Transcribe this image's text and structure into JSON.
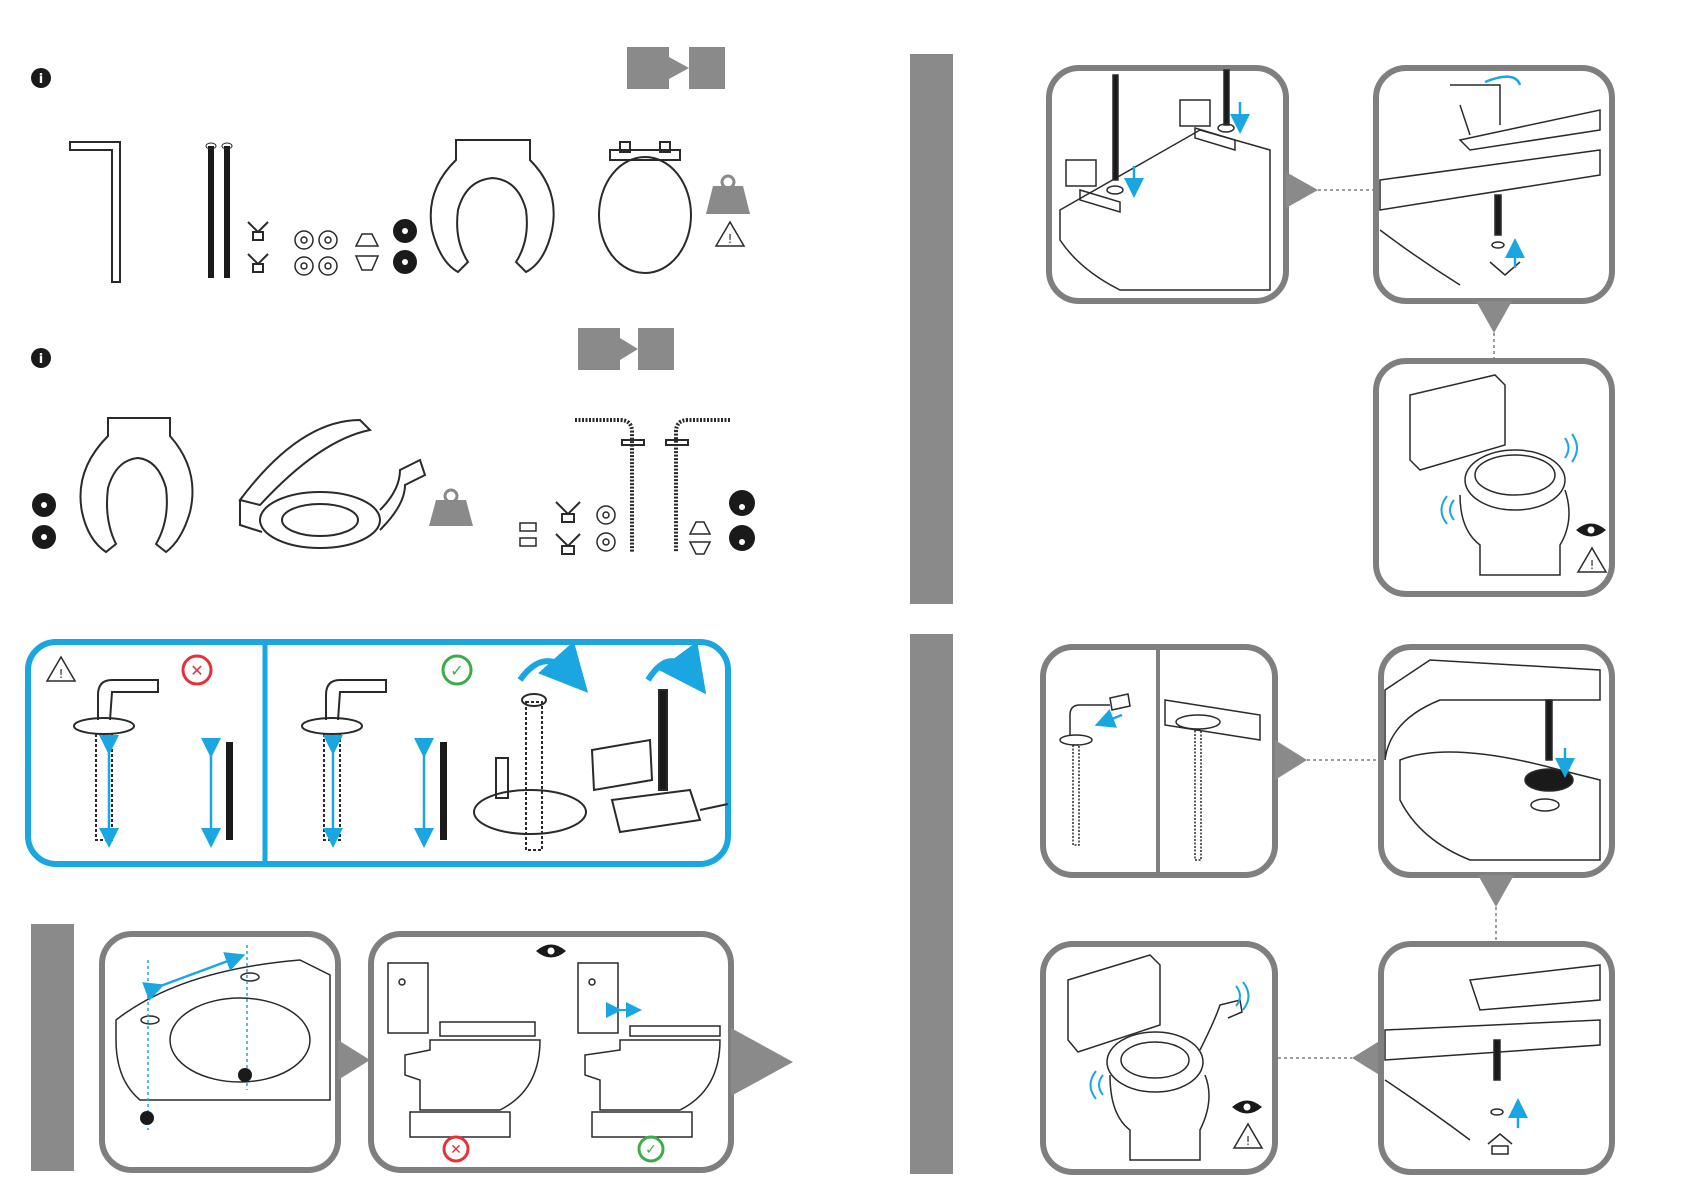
{
  "page": {
    "title": "",
    "colors": {
      "accent_blue": "#1aa6e0",
      "panel_gray": "#8a8a8a",
      "frame_gray": "#7f7f7f",
      "line_dark": "#2a2a2a",
      "error_red": "#e53238",
      "ok_green": "#3cab4a",
      "badge_black": "#1a1a1a"
    }
  },
  "icons": {
    "info": "info-icon",
    "warning": "warning-triangle-icon",
    "weight": "weight-icon",
    "eye": "eye-icon",
    "wrong": "cross-circle-icon",
    "right": "check-circle-icon",
    "rotate": "rotate-arrow-icon",
    "next_arrow": "play-arrow-icon"
  },
  "symbols": {
    "info_glyph": "i",
    "warning_glyph": "!"
  },
  "sections": {
    "kit_a": {
      "info_mark": "i",
      "parts": [
        "allen-key",
        "long-bolts",
        "wing-nuts",
        "washers",
        "cone-washers",
        "rubber-washers",
        "open-front-seat",
        "closed-seat-with-lid"
      ]
    },
    "kit_b": {
      "info_mark": "i",
      "parts": [
        "open-front-seat",
        "raised-seat-with-arms",
        "hinge-bolts",
        "wing-nuts",
        "washers",
        "cone-washers",
        "rubber-washers"
      ]
    },
    "bolt_check": {
      "wrong_mark": "✕",
      "right_mark": "✓",
      "warning_mark": "!"
    },
    "step_measure": {
      "warning_mark": "",
      "wrong_mark": "✕",
      "right_mark": "✓"
    },
    "step_install_a": {
      "warning_mark": "!"
    },
    "step_install_b": {
      "warning_mark": "!"
    }
  }
}
